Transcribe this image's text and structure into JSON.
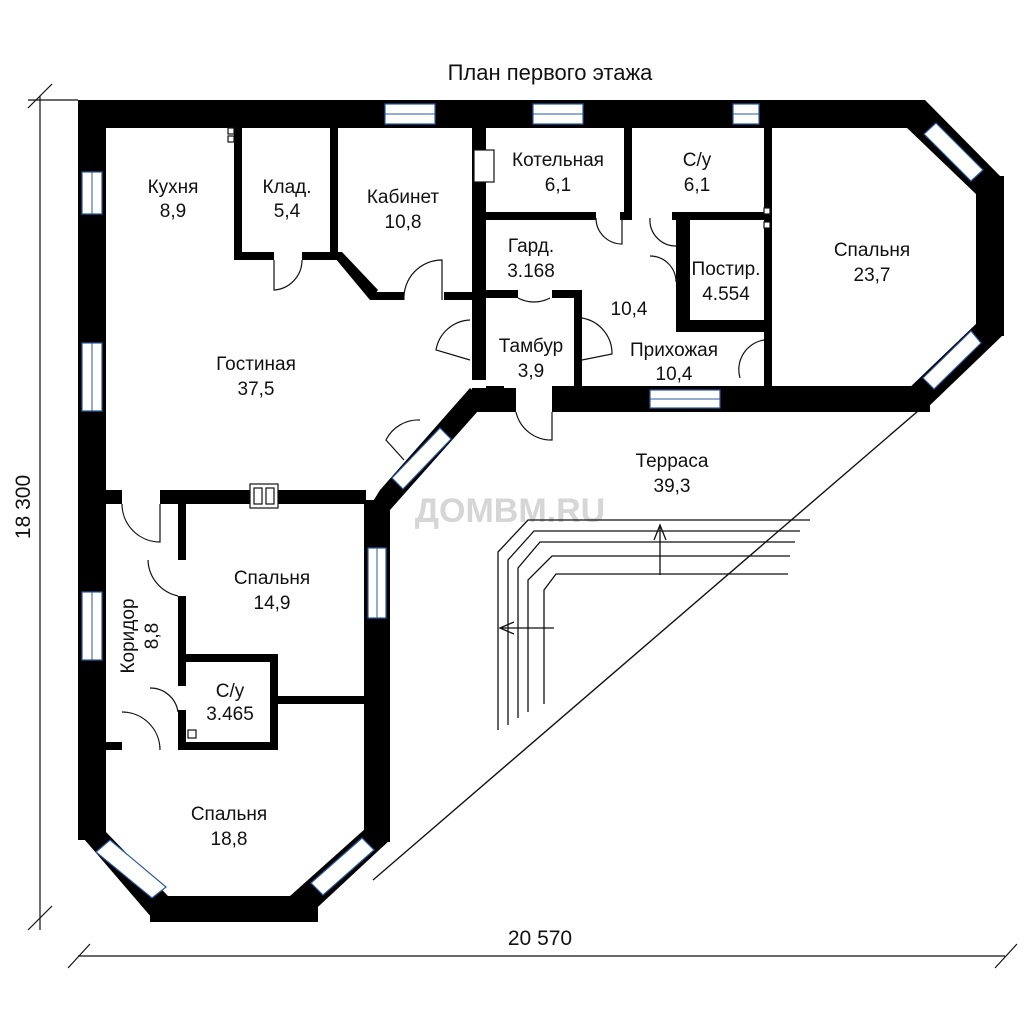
{
  "title": "План первого этажа",
  "dimensions": {
    "height": "18 300",
    "width": "20 570"
  },
  "watermark": "ДОМВМ.RU",
  "rooms": [
    {
      "name": "Кухня",
      "area": "8,9"
    },
    {
      "name": "Клад.",
      "area": "5,4"
    },
    {
      "name": "Кабинет",
      "area": "10,8"
    },
    {
      "name": "Котельная",
      "area": "6,1"
    },
    {
      "name": "С/у",
      "area": "6,1"
    },
    {
      "name": "Гард.",
      "area": "3.168"
    },
    {
      "name": "Постир.",
      "area": "4.554"
    },
    {
      "name": "Спальня",
      "area": "23,7"
    },
    {
      "name": "Гостиная",
      "area": "37,5"
    },
    {
      "name": "Тамбур",
      "area": "3,9"
    },
    {
      "name": "Прихожая",
      "area": "10,4"
    },
    {
      "name": "Терраса",
      "area": "39,3"
    },
    {
      "name": "Спальня",
      "area": "14,9"
    },
    {
      "name": "Коридор",
      "area": "8,8"
    },
    {
      "name": "С/у",
      "area": "3.465"
    },
    {
      "name": "Спальня",
      "area": "18,8"
    }
  ],
  "extra_labels": {
    "hall_area": "10,4"
  }
}
